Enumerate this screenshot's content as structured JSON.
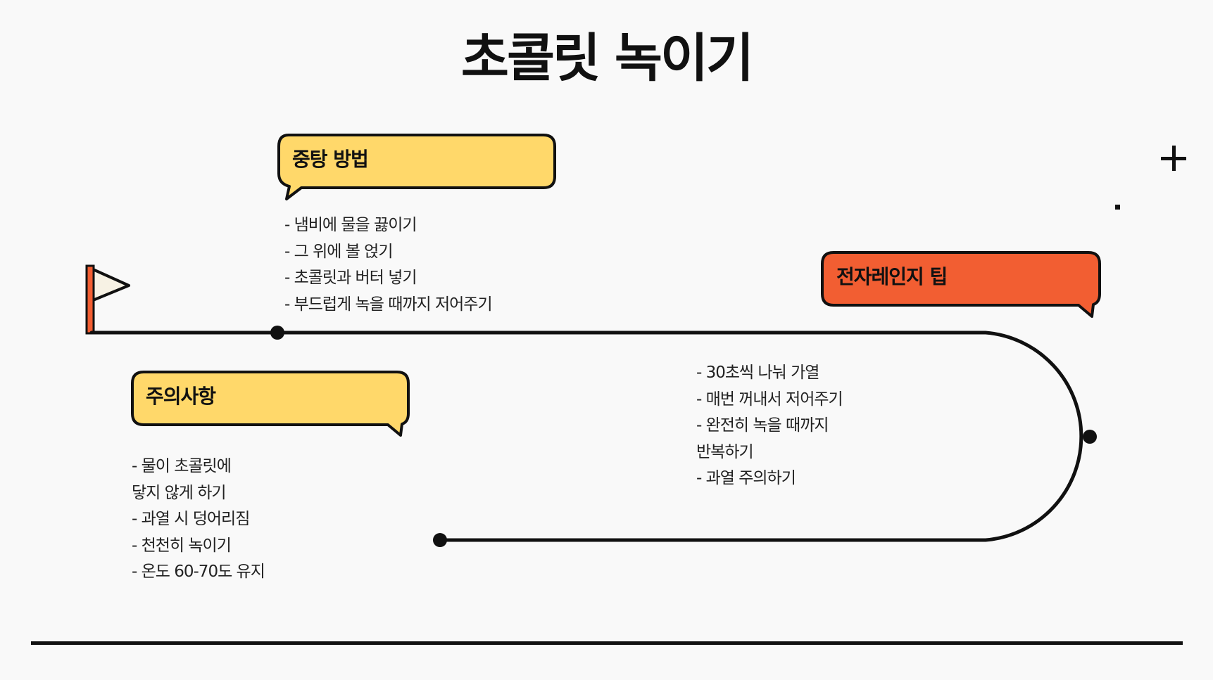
{
  "title": "초콜릿 녹이기",
  "colors": {
    "bubble_yellow": "#ffd86a",
    "bubble_orange": "#f25e32",
    "flag_pole": "#f25e32",
    "flag_cloth": "#f7f2e4",
    "line": "#111111"
  },
  "sections": {
    "double_boiler": {
      "label": "중탕 방법",
      "items": [
        "- 냄비에 물을 끓이기",
        "- 그 위에 볼 얹기",
        "- 초콜릿과 버터 넣기",
        "- 부드럽게 녹을 때까지 저어주기"
      ]
    },
    "microwave": {
      "label": "전자레인지 팁",
      "items": [
        "- 30초씩 나눠 가열",
        "- 매번 꺼내서 저어주기",
        "- 완전히 녹을 때까지",
        "반복하기",
        "- 과열 주의하기"
      ]
    },
    "cautions": {
      "label": "주의사항",
      "items": [
        "- 물이 초콜릿에",
        "닿지 않게 하기",
        "- 과열 시 덩어리짐",
        "- 천천히 녹이기",
        "- 온도 60-70도 유지"
      ]
    }
  },
  "icons": {
    "start": "flag-icon",
    "decor_plus": "plus-icon",
    "decor_dot": "dot-icon"
  }
}
